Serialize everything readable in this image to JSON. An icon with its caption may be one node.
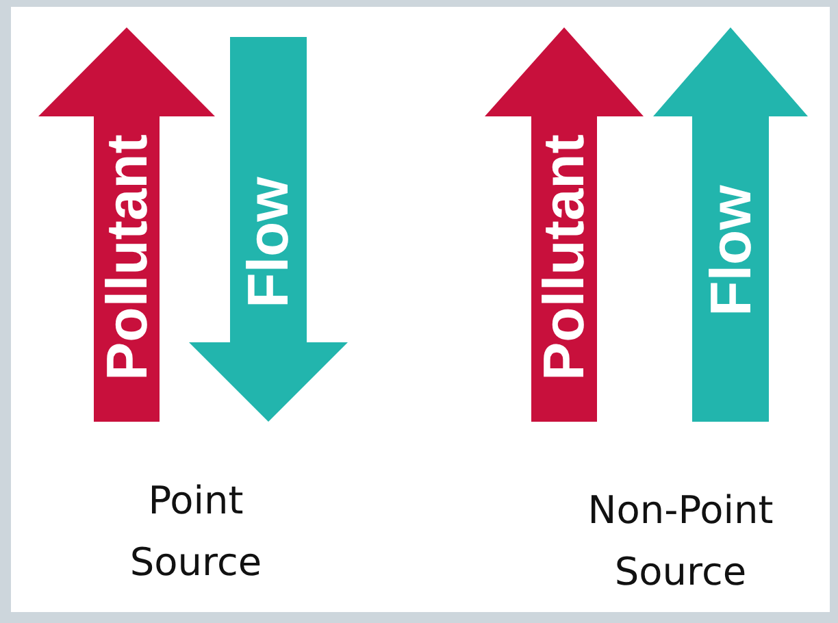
{
  "diagram": {
    "nodes": [
      {
        "text": [
          "Pollutant"
        ]
      },
      {
        "text": [
          "Flow"
        ]
      },
      {
        "text": [
          "Pollutant"
        ]
      },
      {
        "text": [
          "Flow"
        ]
      }
    ],
    "labels": [
      "Point Source",
      "Non-Point Source"
    ]
  }
}
